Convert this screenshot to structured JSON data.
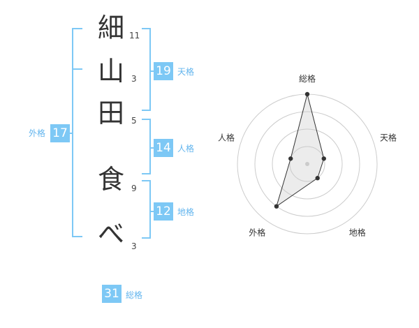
{
  "name": {
    "chars": [
      {
        "char": "細",
        "strokes": "11"
      },
      {
        "char": "山",
        "strokes": "3"
      },
      {
        "char": "田",
        "strokes": "5"
      },
      {
        "char": "食",
        "strokes": "9"
      },
      {
        "char": "べ",
        "strokes": "3"
      }
    ]
  },
  "fortune": {
    "tenkaku": {
      "value": "19",
      "label": "天格"
    },
    "jinkaku": {
      "value": "14",
      "label": "人格"
    },
    "chikaku": {
      "value": "12",
      "label": "地格"
    },
    "gaikaku": {
      "value": "17",
      "label": "外格"
    },
    "soukaku": {
      "value": "31",
      "label": "総格"
    }
  },
  "colors": {
    "accent": "#7dc8f5",
    "label_text": "#63b5ee"
  },
  "radar": {
    "axes": [
      "総格",
      "天格",
      "地格",
      "外格",
      "人格"
    ],
    "rings": 4,
    "values": [
      4,
      1,
      1,
      3,
      1
    ],
    "max": 4
  }
}
